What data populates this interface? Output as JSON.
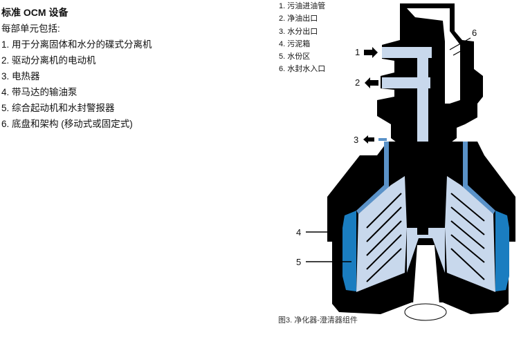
{
  "section": {
    "title": "标准 OCM 设备",
    "intro": "每部单元包括:",
    "items": [
      "1. 用于分离固体和水分的碟式分离机",
      "2. 驱动分离机的电动机",
      "3. 电热器",
      "4. 带马达的输油泵",
      "5. 综合起动机和水封警报器",
      "6. 底盘和架构 (移动式或固定式)"
    ]
  },
  "figure": {
    "legend": [
      "1. 污油进油管",
      "2. 净油出口",
      "3. 水分出口",
      "4. 污泥箱",
      "5. 水份区",
      "6. 水封水入口"
    ],
    "callouts": [
      "1",
      "2",
      "3",
      "4",
      "5",
      "6"
    ],
    "caption": "图3. 净化器-澄清器组件",
    "colors": {
      "housing": "#000000",
      "oil": "#c8d8ec",
      "water": "#1a7dc0",
      "edge": "#5a92c8"
    }
  }
}
